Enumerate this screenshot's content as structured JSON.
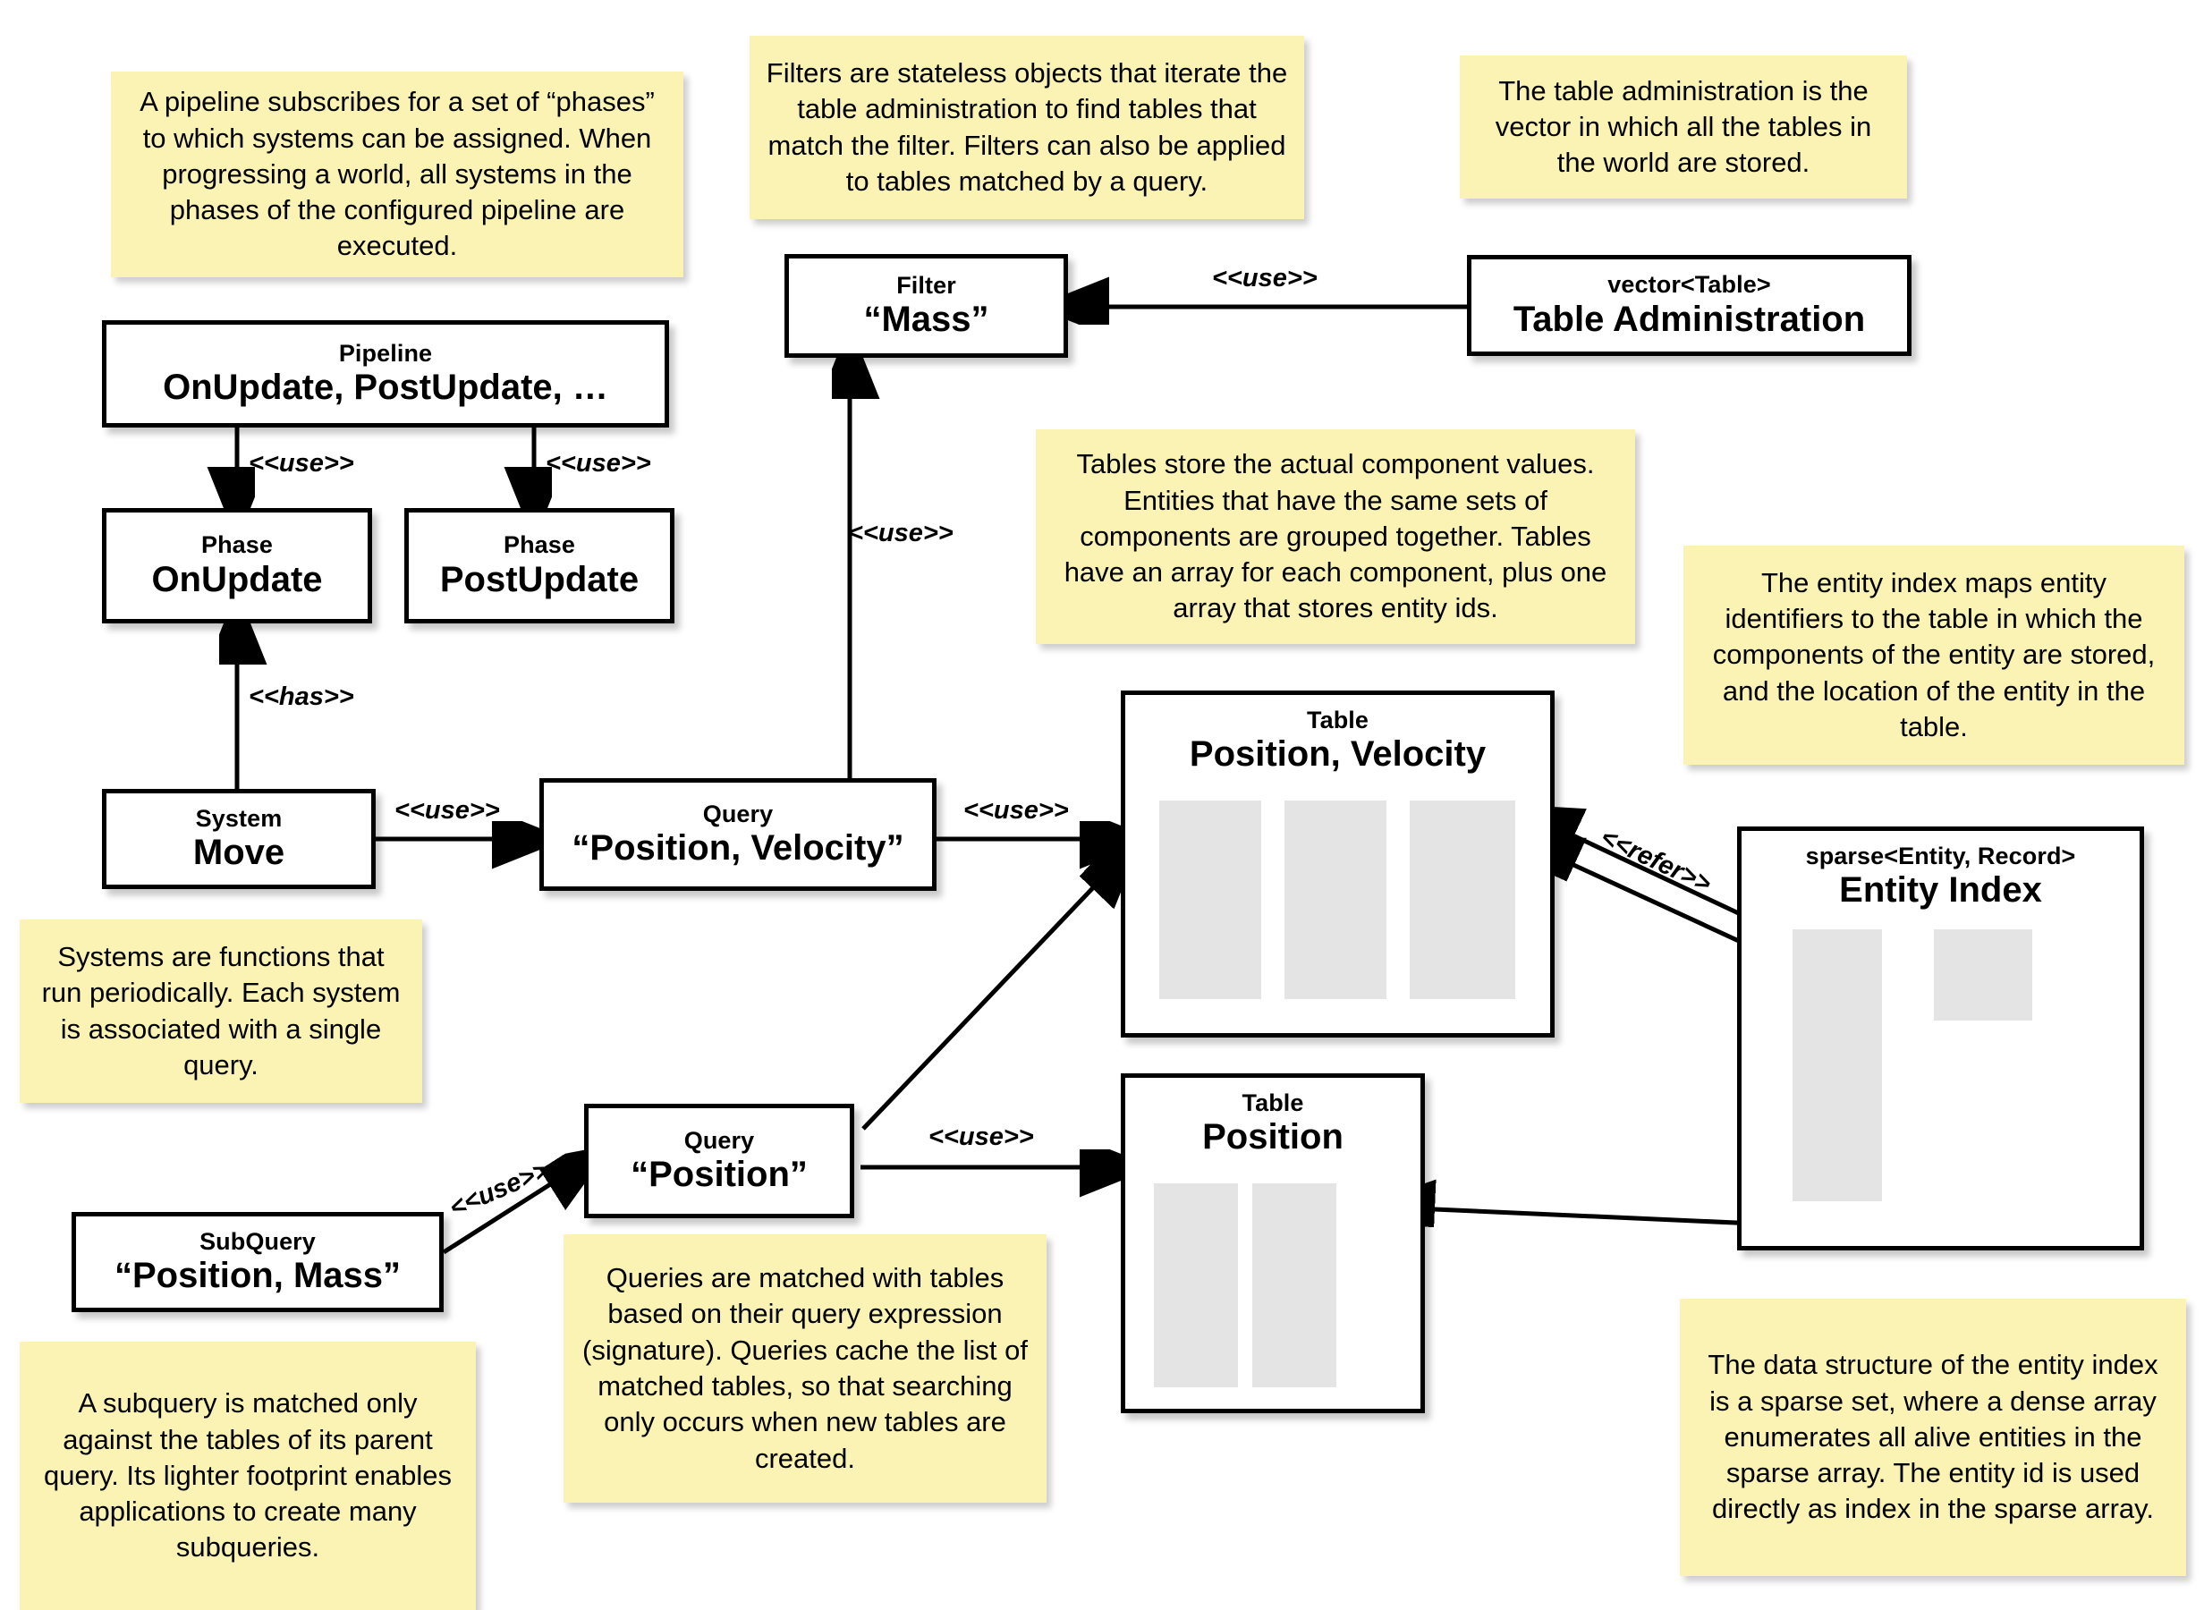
{
  "diagram": {
    "title": "Flecs ECS architecture overview",
    "colors": {
      "note_bg": "#faf3b4",
      "box_bg": "#ffffff",
      "stroke": "#000000",
      "column_fill": "#e4e4e4"
    }
  },
  "notes": [
    {
      "id": "note-pipeline",
      "text": "A pipeline subscribes for a set of “phases” to which systems can be assigned. When progressing a world, all systems in the phases of the configured pipeline are executed."
    },
    {
      "id": "note-filter",
      "text": "Filters are stateless objects that iterate the table administration to find tables that match the filter. Filters can also be applied to tables matched by a query."
    },
    {
      "id": "note-table-admin",
      "text": "The table administration is the vector in which all the tables in the world are stored."
    },
    {
      "id": "note-tables",
      "text": "Tables store the actual component values. Entities that have the same sets of components are grouped together. Tables have an array for each component, plus one array that stores entity ids."
    },
    {
      "id": "note-entity-index",
      "text": "The entity index maps entity identifiers to the table in which the components of the entity are stored, and the location of the entity in the table."
    },
    {
      "id": "note-systems",
      "text": "Systems are functions that run periodically. Each system is associated with a single query."
    },
    {
      "id": "note-queries",
      "text": "Queries are matched with tables based on their query expression (signature). Queries cache the list of matched tables, so that searching only occurs when new tables are created."
    },
    {
      "id": "note-subquery",
      "text": "A subquery is matched only against the tables of its parent query. Its lighter footprint enables applications to create many subqueries."
    },
    {
      "id": "note-sparse-set",
      "text": "The data structure of the entity index is a sparse set, where a dense array enumerates all alive entities in the sparse array. The entity id is used directly as index in the sparse array."
    }
  ],
  "boxes": [
    {
      "id": "box-pipeline",
      "stereotype": "Pipeline",
      "title": "OnUpdate, PostUpdate, …"
    },
    {
      "id": "box-phase-onupdate",
      "stereotype": "Phase",
      "title": "OnUpdate"
    },
    {
      "id": "box-phase-postupdate",
      "stereotype": "Phase",
      "title": "PostUpdate"
    },
    {
      "id": "box-system-move",
      "stereotype": "System",
      "title": "Move"
    },
    {
      "id": "box-query-pv",
      "stereotype": "Query",
      "title": "“Position, Velocity”"
    },
    {
      "id": "box-query-p",
      "stereotype": "Query",
      "title": "“Position”"
    },
    {
      "id": "box-subquery-pm",
      "stereotype": "SubQuery",
      "title": "“Position, Mass”"
    },
    {
      "id": "box-filter-mass",
      "stereotype": "Filter",
      "title": "“Mass”"
    },
    {
      "id": "box-table-admin",
      "stereotype": "vector<Table>",
      "title": "Table Administration"
    },
    {
      "id": "box-table-pv",
      "stereotype": "Table",
      "title": "Position, Velocity"
    },
    {
      "id": "box-table-p",
      "stereotype": "Table",
      "title": "Position"
    },
    {
      "id": "box-entity-index",
      "stereotype": "sparse<Entity, Record>",
      "title": "Entity Index"
    }
  ],
  "edge_labels": {
    "pipeline_to_onupdate": "<<use>>",
    "pipeline_to_postupdate": "<<use>>",
    "system_to_phase": "<<has>>",
    "system_to_query": "<<use>>",
    "query_pv_to_filter": "<<use>>",
    "table_admin_to_filter": "<<use>>",
    "query_pv_to_table_pv": "<<use>>",
    "query_p_to_table_p": "<<use>>",
    "subquery_to_query_p": "<<use>>",
    "entity_index_to_table": "<<refer>>"
  }
}
